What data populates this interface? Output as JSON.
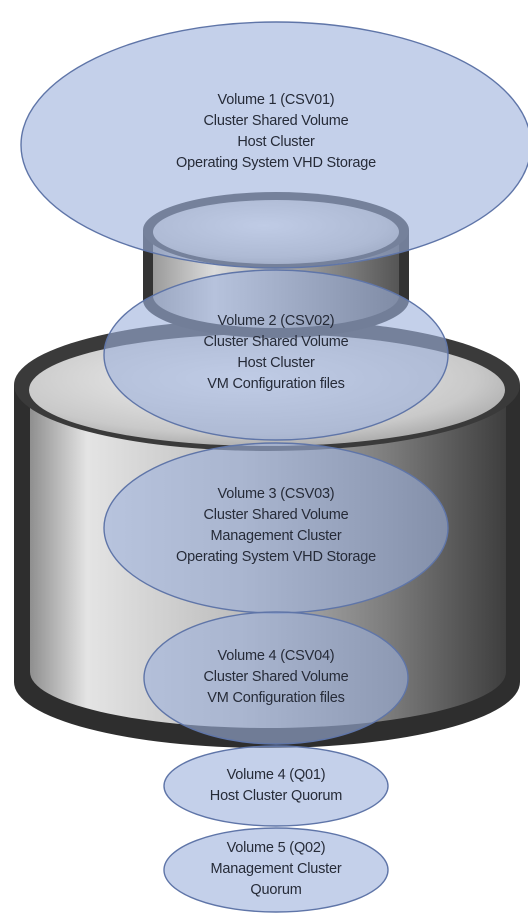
{
  "volumes": [
    {
      "name": "Volume 1 (CSV01)",
      "lines": [
        "Cluster Shared Volume",
        "Host Cluster",
        "Operating System VHD Storage"
      ]
    },
    {
      "name": "Volume 2 (CSV02)",
      "lines": [
        "Cluster Shared Volume",
        "Host Cluster",
        "VM Configuration files"
      ]
    },
    {
      "name": "Volume 3 (CSV03)",
      "lines": [
        "Cluster Shared Volume",
        "Management Cluster",
        "Operating System VHD Storage"
      ]
    },
    {
      "name": "Volume 4 (CSV04)",
      "lines": [
        "Cluster Shared Volume",
        "VM Configuration files"
      ]
    },
    {
      "name": "Volume 4 (Q01)",
      "lines": [
        "Host Cluster Quorum"
      ]
    },
    {
      "name": "Volume 5 (Q02)",
      "lines": [
        "Management Cluster",
        "Quorum"
      ]
    }
  ],
  "colors": {
    "volume_fill": "#9db0dc",
    "volume_stroke": "#5f75a8",
    "cylinder_dark": "#2f2f2f",
    "cylinder_mid": "#8a8a8a",
    "cylinder_light": "#e6e6e6",
    "label_text": "#262b38"
  }
}
